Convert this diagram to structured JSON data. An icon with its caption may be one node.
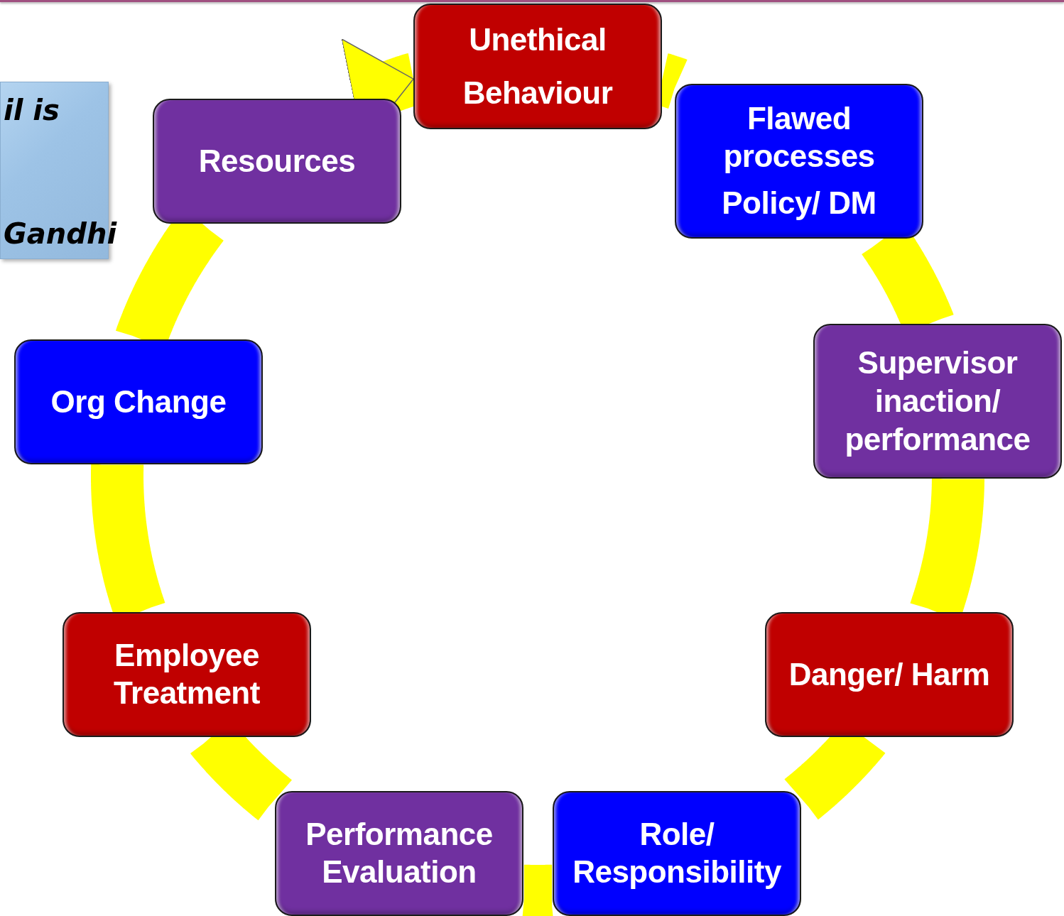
{
  "diagram": {
    "nodes": [
      {
        "text": [
          "Unethical Behaviour"
        ]
      },
      {
        "text": [
          "Flawed processes",
          "Policy/ DM"
        ]
      },
      {
        "text": [
          "Supervisor inaction/ performance"
        ]
      },
      {
        "text": [
          "Danger/ Harm"
        ]
      },
      {
        "text": [
          "Role/ Responsibility"
        ]
      },
      {
        "text": [
          "Performance Evaluation"
        ]
      },
      {
        "text": [
          "Employee Treatment"
        ]
      },
      {
        "text": [
          "Org Change"
        ]
      },
      {
        "text": [
          "Resources"
        ]
      },
      {
        "text": [
          "il is",
          "Gandhi"
        ]
      }
    ],
    "edges": [
      {
        "from": 0,
        "to": 1,
        "arrow": "none"
      },
      {
        "from": 1,
        "to": 2,
        "arrow": "none"
      },
      {
        "from": 2,
        "to": 3,
        "arrow": "none"
      },
      {
        "from": 3,
        "to": 4,
        "arrow": "none"
      },
      {
        "from": 4,
        "to": 5,
        "arrow": "none"
      },
      {
        "from": 5,
        "to": 6,
        "arrow": "none"
      },
      {
        "from": 6,
        "to": 7,
        "arrow": "none"
      },
      {
        "from": 7,
        "to": 8,
        "arrow": "none"
      },
      {
        "from": 8,
        "to": 0,
        "arrow": "to"
      }
    ]
  }
}
